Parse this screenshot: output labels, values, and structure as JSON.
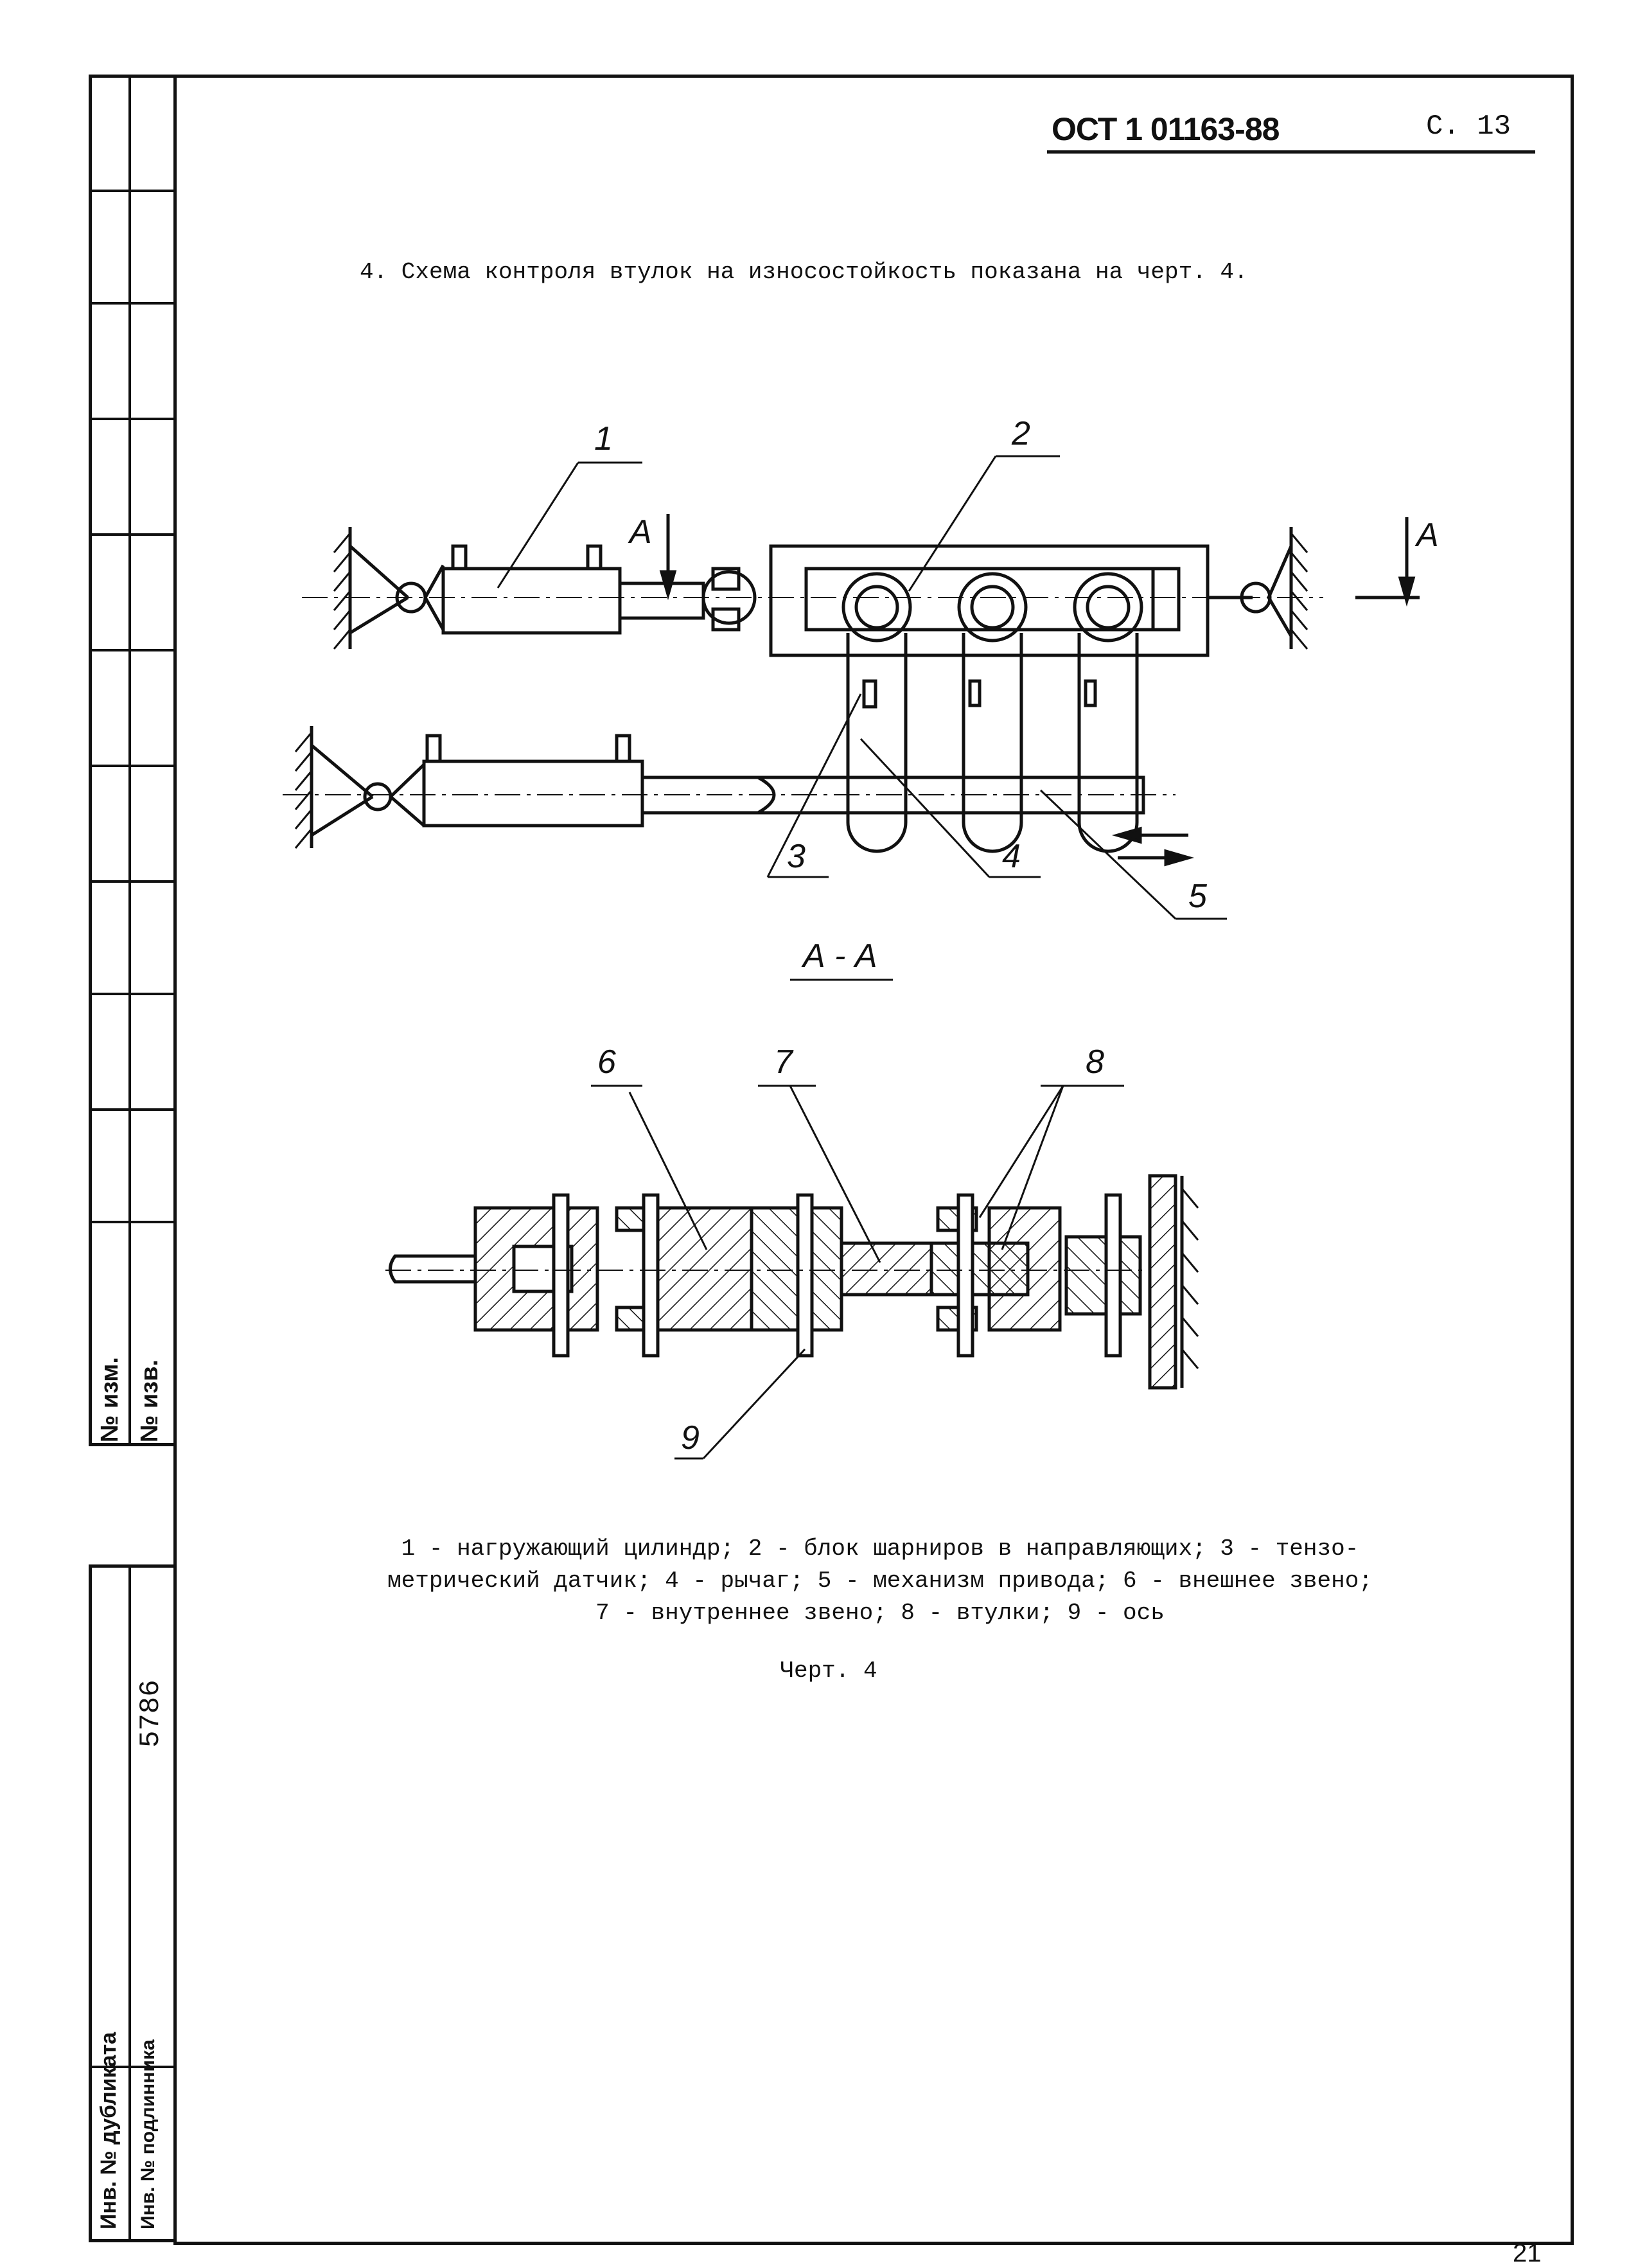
{
  "header": {
    "standard_code": "ОСТ 1 01163-88",
    "page_label": "С. 13"
  },
  "body": {
    "paragraph": "4. Схема контроля втулок на износостойкость показана на черт. 4."
  },
  "figure": {
    "labels": [
      "1",
      "2",
      "3",
      "4",
      "5",
      "6",
      "7",
      "8",
      "9"
    ],
    "section_mark": "А",
    "section_title": "А - А",
    "legend_lines": [
      "1 - нагружающий цилиндр; 2 - блок шарниров в направляющих; 3 - тензо-",
      "метрический датчик; 4 - рычаг; 5 - механизм привода; 6 - внешнее звено;",
      "7 - внутреннее звено; 8 - втулки; 9 - ось"
    ],
    "caption": "Черт. 4"
  },
  "side_stamp": {
    "change_no": "№ изм.",
    "notice_no": "№ изв.",
    "dup_inv": "Инв. № дубликата",
    "orig_inv": "Инв. № подлинника",
    "orig_inv_value": "5786"
  },
  "footer": {
    "sheet_number": "21"
  }
}
